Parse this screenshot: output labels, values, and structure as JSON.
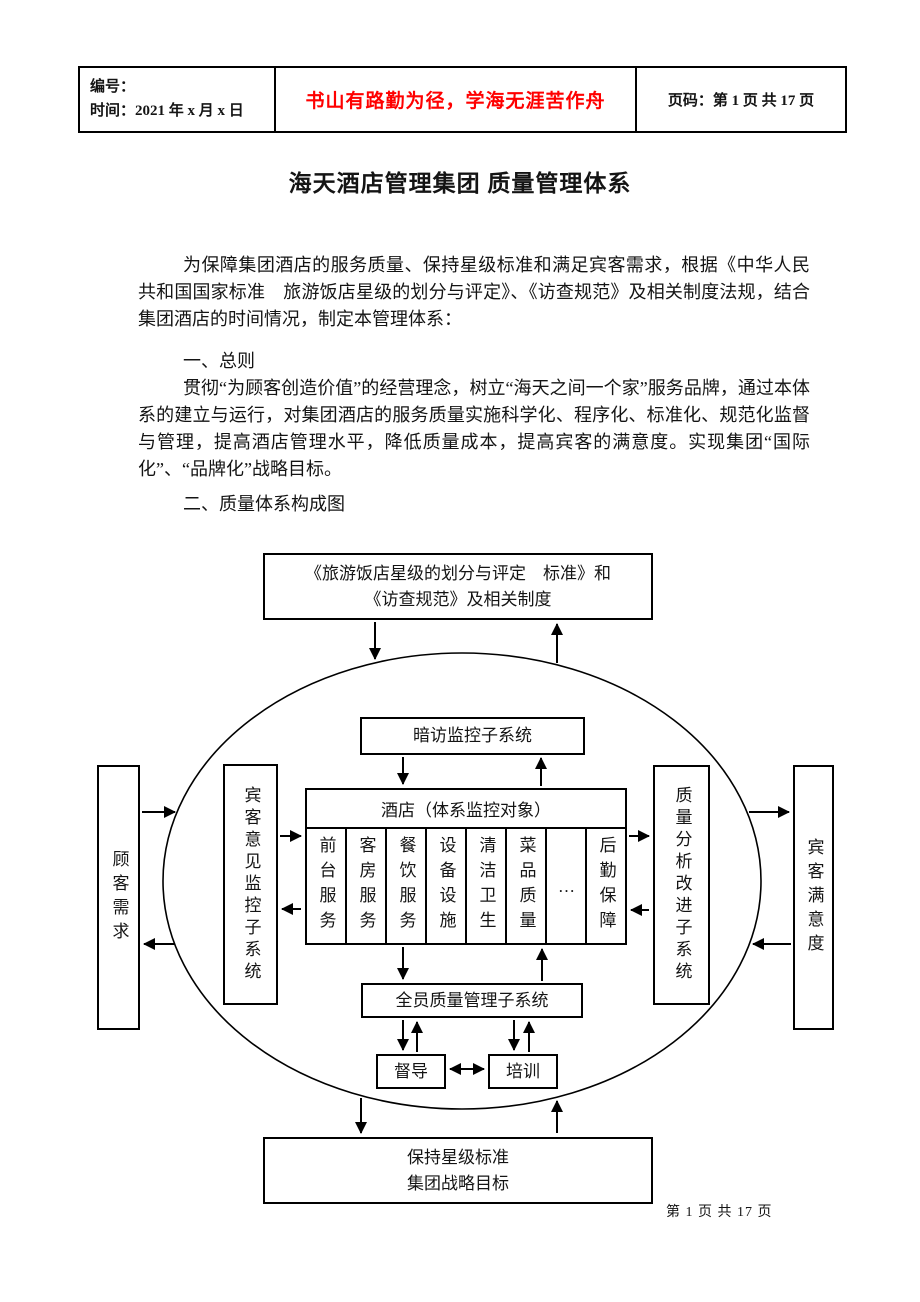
{
  "colors": {
    "motto": "#ff0000",
    "text": "#141414",
    "border": "#000000"
  },
  "header_table": {
    "number_label": "编号：",
    "time_label": "时间：2021 年 x 月 x 日",
    "motto": "书山有路勤为径，学海无涯苦作舟",
    "page_label": "页码：第 1 页 共 17 页"
  },
  "title": "海天酒店管理集团 质量管理体系",
  "paragraphs": {
    "intro": "为保障集团酒店的服务质量、保持星级标准和满足宾客需求，根据《中华人民共和国国家标准　旅游饭店星级的划分与评定》、《访查规范》及相关制度法规，结合集团酒店的时间情况，制定本管理体系：",
    "section1_heading": "一、总则",
    "section1_body": "贯彻“为顾客创造价值”的经营理念，树立“海天之间一个家”服务品牌，通过本体系的建立与运行，对集团酒店的服务质量实施科学化、程序化、标准化、规范化监督与管理，提高酒店管理水平，降低质量成本，提高宾客的满意度。实现集团“国际化”、“品牌化”战略目标。",
    "section2_heading": "二、质量体系构成图"
  },
  "diagram": {
    "standards_box": {
      "line1": "《旅游饭店星级的划分与评定　标准》和",
      "line2": "《访查规范》及相关制度"
    },
    "covert_monitoring_box": "暗访监控子系统",
    "hotel_box": {
      "header": "酒店（体系监控对象）",
      "columns": [
        "前台服务",
        "客房服务",
        "餐饮服务",
        "设备设施",
        "清洁卫生",
        "菜品质量",
        "…",
        "后勤保障"
      ]
    },
    "guest_opinion_box": "宾客意见监控子系统",
    "quality_analysis_box": "质量分析改进子系统",
    "customer_demand_box": "顾客需求",
    "guest_satisfaction_box": "宾客满意度",
    "tqm_box": "全员质量管理子系统",
    "supervision_box": "督导",
    "training_box": "培训",
    "goal_box": {
      "line1": "保持星级标准",
      "line2": "集团战略目标"
    }
  },
  "footer": {
    "page_info": "第 1 页 共 17 页"
  }
}
